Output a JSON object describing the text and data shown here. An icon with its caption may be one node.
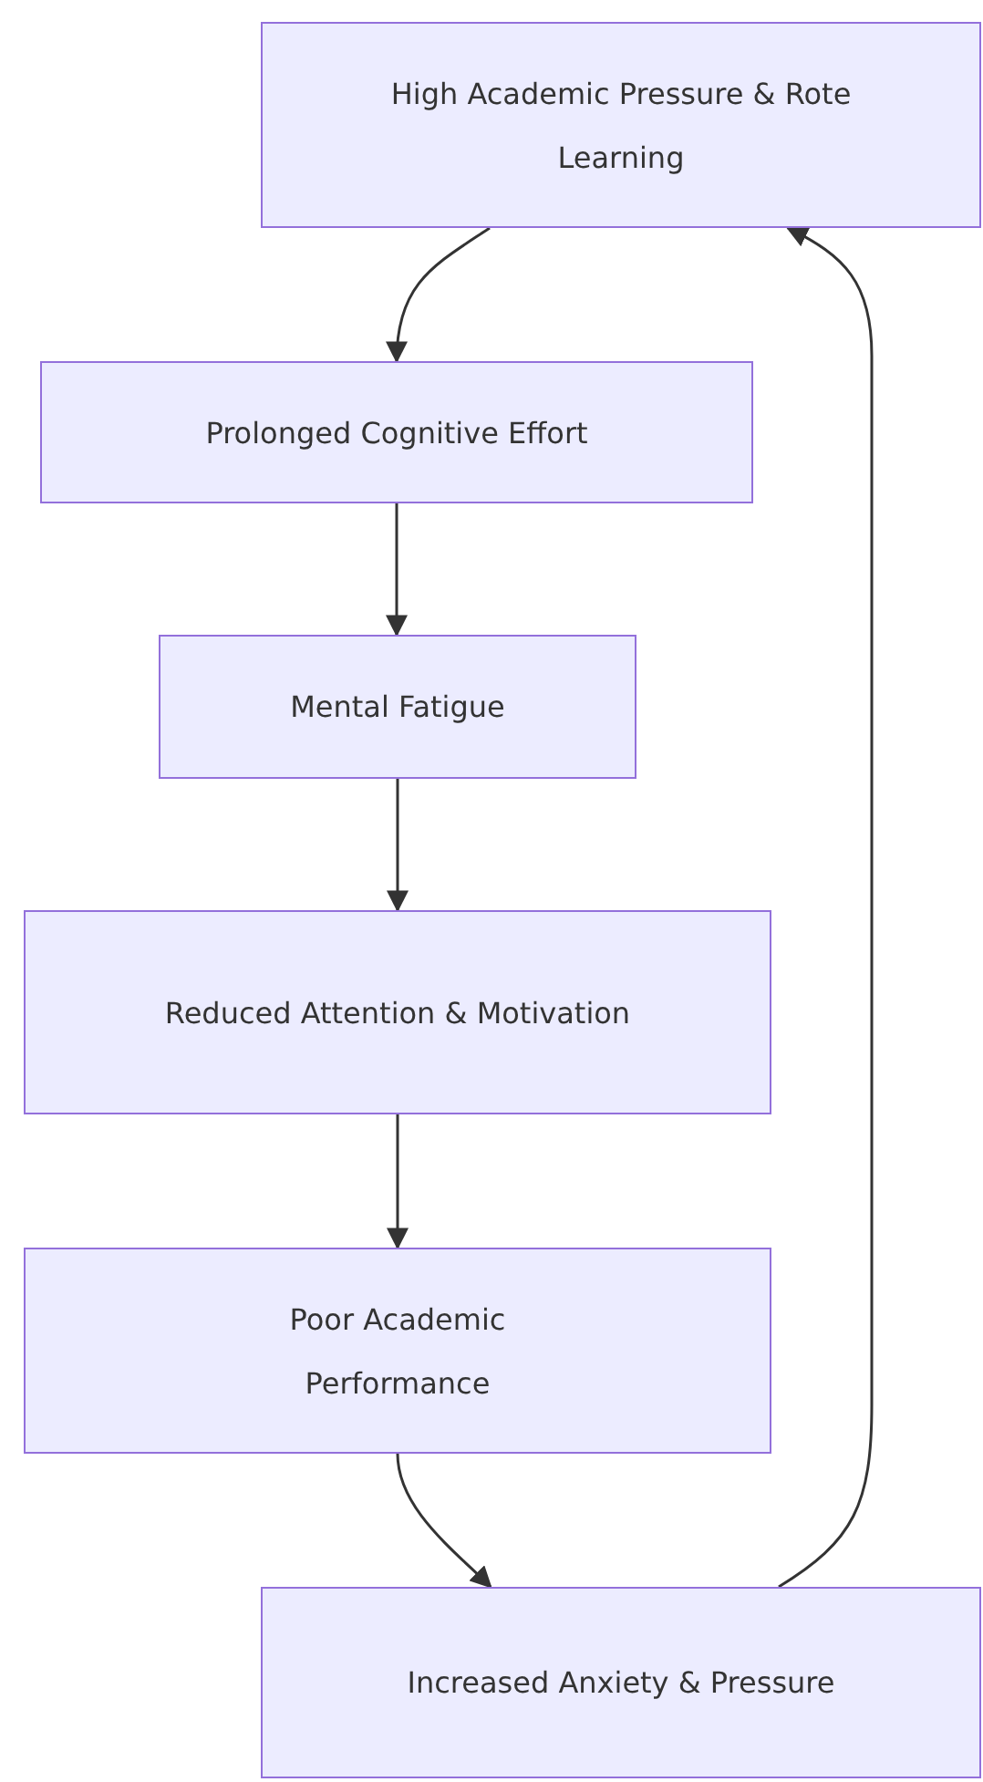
{
  "diagram": {
    "nodes": [
      {
        "text": [
          "High Academic Pressure & Rote Learning"
        ]
      },
      {
        "text": [
          "Prolonged Cognitive Effort"
        ]
      },
      {
        "text": [
          "Mental Fatigue"
        ]
      },
      {
        "text": [
          "Reduced Attention & Motivation"
        ]
      },
      {
        "text": [
          "Poor Academic Performance"
        ]
      },
      {
        "text": [
          "Increased Anxiety & Pressure"
        ]
      }
    ],
    "edges": [
      {
        "from": 0,
        "to": 1,
        "arrow": "to"
      },
      {
        "from": 1,
        "to": 2,
        "arrow": "to"
      },
      {
        "from": 2,
        "to": 3,
        "arrow": "to"
      },
      {
        "from": 3,
        "to": 4,
        "arrow": "to"
      },
      {
        "from": 4,
        "to": 5,
        "arrow": "to"
      },
      {
        "from": 5,
        "to": 0,
        "arrow": "to"
      }
    ]
  }
}
